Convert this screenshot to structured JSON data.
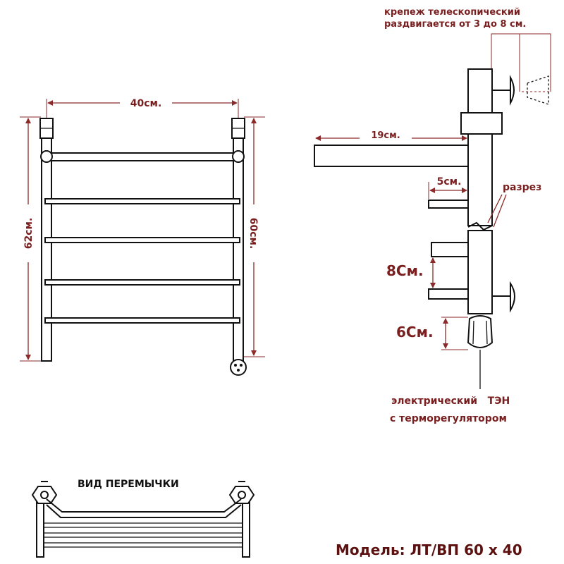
{
  "labels": {
    "width_40": "40см.",
    "height_62": "62см.",
    "height_60": "60см.",
    "depth_19": "19см.",
    "depth_5": "5см.",
    "section": "разрез",
    "spacing_8": "8См.",
    "heater_6": "6См.",
    "mount_line1": "крепеж телескопический",
    "mount_line2": "раздвигается от 3 до 8 см.",
    "heater_line1": "электрический   ТЭН",
    "heater_line2": "с терморегулятором",
    "jumper_view": "ВИД ПЕРЕМЫЧКИ",
    "model": "Модель: ЛТ/ВП 60 х 40"
  },
  "colors": {
    "dimension": "#8a2a2a",
    "label": "#7a1f1f",
    "line": "#111111"
  }
}
